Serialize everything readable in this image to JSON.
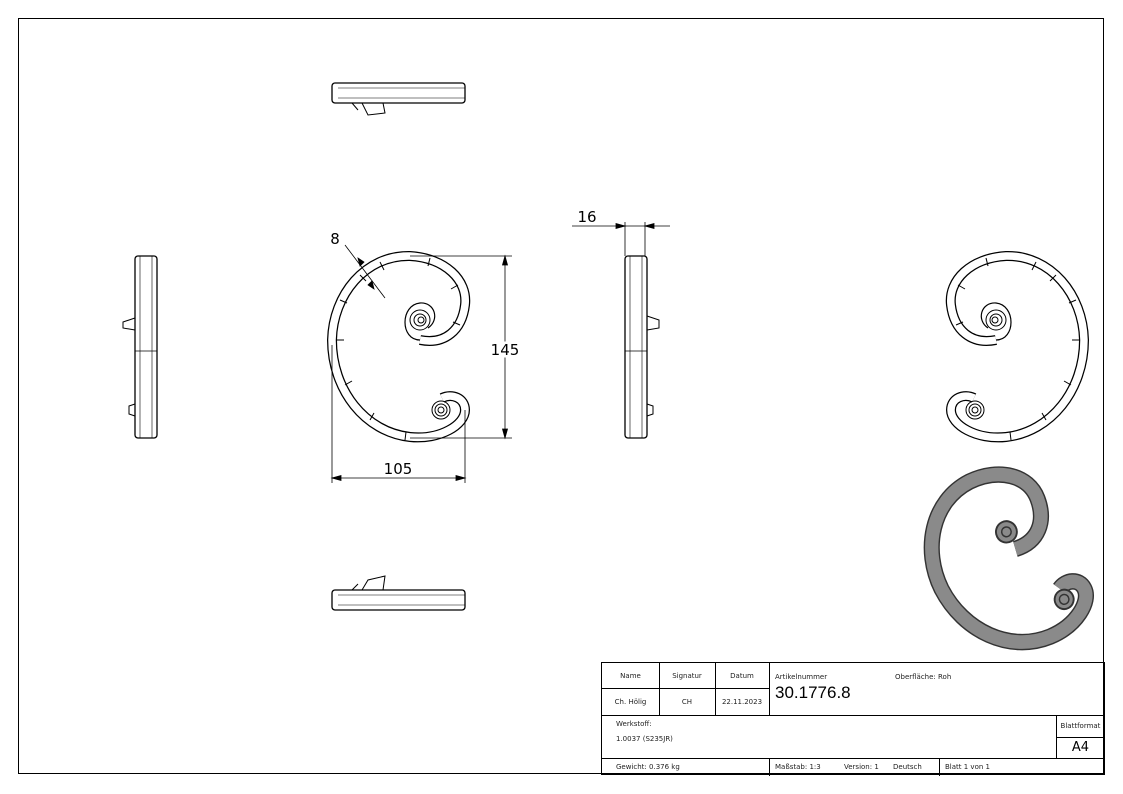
{
  "drawing": {
    "dimensions": {
      "width": "105",
      "height": "145",
      "thickness": "16",
      "band_width": "8"
    },
    "colors": {
      "line": "#000000",
      "shade": "#8a8a8a",
      "shade_dark": "#555555"
    }
  },
  "title_block": {
    "name_label": "Name",
    "signature_label": "Signatur",
    "date_label": "Datum",
    "name_value": "Ch. Hölig",
    "signature_value": "CH",
    "date_value": "22.11.2023",
    "article_label": "Artikelnummer",
    "surface": "Oberfläche:  Roh",
    "article_number": "30.1776.8",
    "material_label": "Werkstoff:",
    "material_value": "1.0037 (S235JR)",
    "sheet_format_label": "Blattformat",
    "sheet_format_value": "A4",
    "weight": "Gewicht: 0.376 kg",
    "scale": "Maßstab: 1:3",
    "version": "Version: 1",
    "language": "Deutsch",
    "sheet": "Blatt 1 von 1"
  }
}
